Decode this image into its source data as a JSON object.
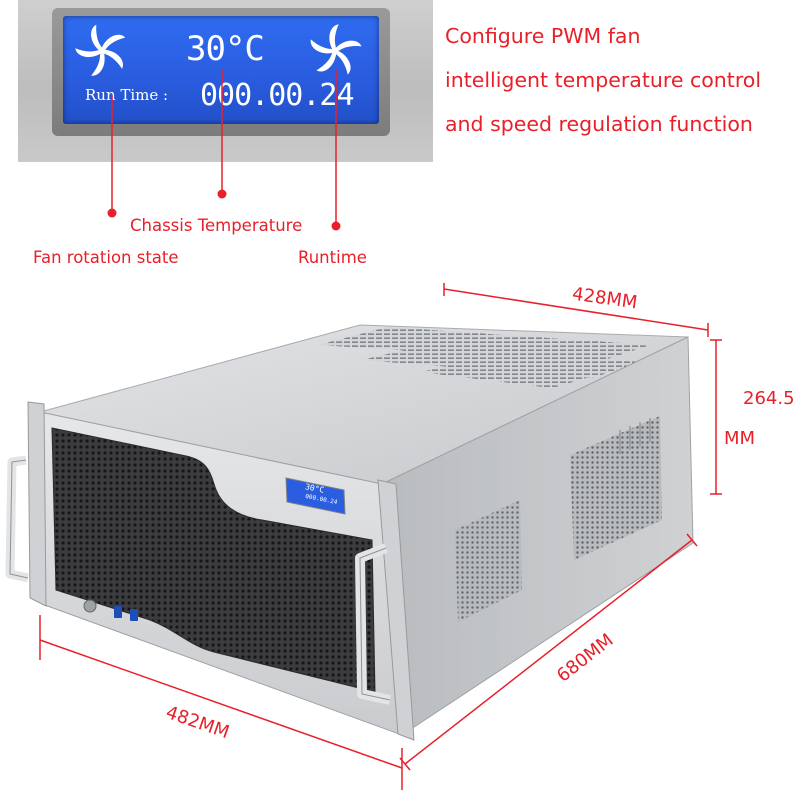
{
  "lcd": {
    "temperature": "30°C",
    "run_time_label": "Run  Time :",
    "run_time_value": "000.00.24"
  },
  "feature_text": [
    "Configure PWM fan",
    "intelligent temperature control",
    "and speed regulation function"
  ],
  "callouts": {
    "chassis_temperature": "Chassis Temperature",
    "fan_rotation_state": "Fan rotation state",
    "runtime": "Runtime"
  },
  "dimensions": {
    "width_top": "428MM",
    "height_value": "264.5",
    "height_unit": "MM",
    "depth": "680MM",
    "front_width": "482MM"
  },
  "front_panel_lcd": {
    "temperature": "30°C",
    "run_time_value": "000.00.24"
  },
  "colors": {
    "annotation_red": "#e8202a",
    "lcd_blue": "#2a5de0",
    "chassis_silver": "#c9cbce"
  },
  "icons": [
    "fan-icon",
    "fan-icon",
    "power-button-icon",
    "usb-port-icon"
  ]
}
